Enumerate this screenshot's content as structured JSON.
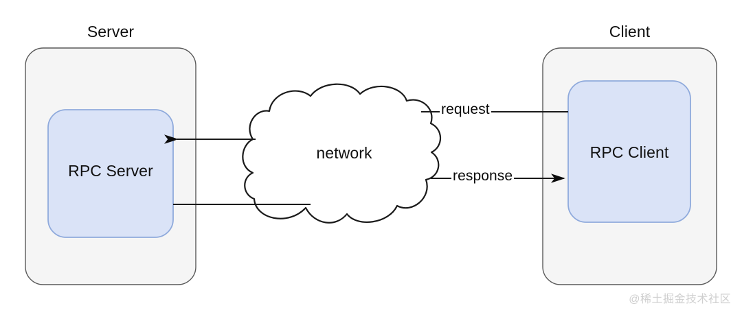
{
  "diagram": {
    "type": "rpc-architecture",
    "groups": [
      {
        "id": "server",
        "title": "Server"
      },
      {
        "id": "client",
        "title": "Client"
      }
    ],
    "nodes": [
      {
        "id": "rpc-server",
        "label": "RPC Server",
        "shape": "rounded-rect",
        "fill": "#dae3f7",
        "stroke": "#8faadc"
      },
      {
        "id": "network",
        "label": "network",
        "shape": "cloud",
        "fill": "#ffffff",
        "stroke": "#1a1a1a"
      },
      {
        "id": "rpc-client",
        "label": "RPC Client",
        "shape": "rounded-rect",
        "fill": "#dae3f7",
        "stroke": "#8faadc"
      }
    ],
    "edges": [
      {
        "id": "request",
        "label": "request",
        "from": "rpc-client",
        "to": "rpc-server",
        "arrow": "left"
      },
      {
        "id": "response",
        "label": "response",
        "from": "rpc-server",
        "to": "rpc-client",
        "arrow": "right"
      }
    ],
    "colors": {
      "group_fill": "#f5f5f5",
      "group_stroke": "#5a5a5a",
      "node_fill": "#dae3f7",
      "node_stroke": "#8faadc",
      "line": "#1a1a1a",
      "text": "#111111",
      "watermark": "#cfcfcf"
    }
  },
  "watermark": {
    "text": "@稀土掘金技术社区"
  }
}
